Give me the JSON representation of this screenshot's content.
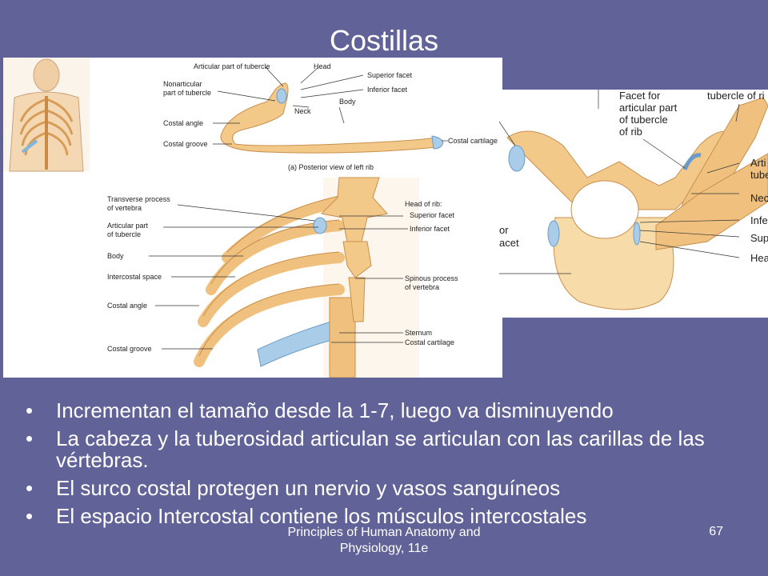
{
  "slide": {
    "title": "Costillas",
    "bullets": [
      "Incrementan el tamaño desde la 1-7, luego va disminuyendo",
      "La cabeza y la tuberosidad articulan se articulan con las carillas de las vértebras.",
      "El surco costal protegen un nervio y vasos sanguíneos",
      "El espacio Intercostal contiene los músculos intercostales"
    ],
    "footer": [
      "Principles of Human Anatomy and",
      "Physiology, 11e"
    ],
    "page_number": "67"
  },
  "figure_a": {
    "labels": {
      "articular_part": "Articular part of tubercle",
      "head": "Head",
      "nonarticular_1": "Nonarticular",
      "nonarticular_2": "part of tubercle",
      "superior_facet": "Superior facet",
      "inferior_facet": "Inferior facet",
      "costal_angle": "Costal angle",
      "neck": "Neck",
      "body": "Body",
      "costal_groove": "Costal groove",
      "costal_cartilage": "Costal cartilage",
      "caption": "(a) Posterior view of left rib"
    }
  },
  "figure_b": {
    "labels": {
      "transverse_1": "Transverse process",
      "transverse_2": "of vertebra",
      "articular_1": "Articular part",
      "articular_2": "of tubercle",
      "body": "Body",
      "intercostal": "Intercostal space",
      "costal_angle": "Costal angle",
      "costal_groove": "Costal groove",
      "head_of_rib": "Head of rib:",
      "superior_facet": "Superior facet",
      "inferior_facet": "Inferior facet",
      "spinous_1": "Spinous process",
      "spinous_2": "of vertebra",
      "sternum": "Sternum",
      "costal_cartilage": "Costal cartilage"
    }
  },
  "figure_c": {
    "labels": {
      "facet_1": "Facet for",
      "facet_2": "articular part",
      "facet_3": "of tubercle",
      "facet_4": "of rib",
      "tubercle": "tubercle of ri",
      "arti_1": "Arti",
      "arti_2": "tube",
      "neck": "Nec",
      "inf": "Infe",
      "sup": "Sup",
      "hea": "Hea",
      "or": "or",
      "acet": "acet"
    }
  },
  "colors": {
    "background": "#616297",
    "bone": "#f2c98a",
    "cartilage": "#a9cde8"
  }
}
